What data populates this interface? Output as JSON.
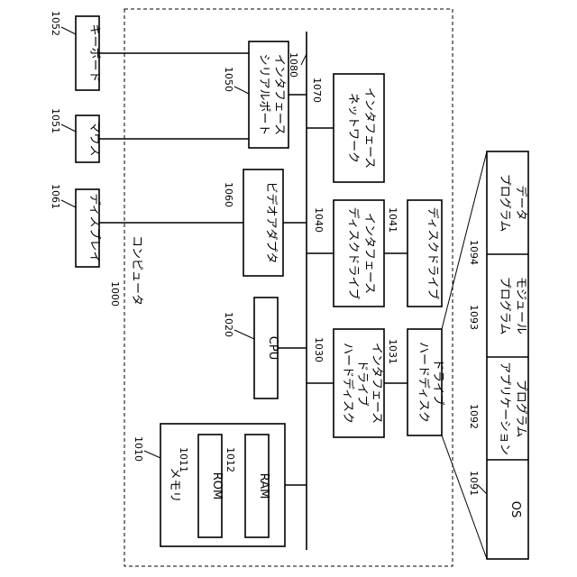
{
  "computer": {
    "ref": "1000",
    "label": "コンピュータ"
  },
  "memory": {
    "ref": "1010",
    "label": "メモリ"
  },
  "rom": {
    "ref": "1011",
    "label": "ROM"
  },
  "ram": {
    "ref": "1012",
    "label": "RAM"
  },
  "cpu": {
    "ref": "1020",
    "label": "CPU"
  },
  "hdd_interface": {
    "ref": "1030",
    "label_lines": [
      "ハードディスク",
      "ドライブ",
      "インタフェース"
    ]
  },
  "hdd": {
    "ref": "1031",
    "label_lines": [
      "ハードディスク",
      "ドライブ"
    ]
  },
  "disk_interface": {
    "ref": "1040",
    "label_lines": [
      "ディスクドライブ",
      "インタフェース"
    ]
  },
  "disk_drive": {
    "ref": "1041",
    "label": "ディスクドライブ"
  },
  "serial_port": {
    "ref": "1050",
    "label_lines": [
      "シリアルポート",
      "インタフェース"
    ]
  },
  "mouse": {
    "ref": "1051",
    "label": "マウス"
  },
  "keyboard": {
    "ref": "1052",
    "label": "キーボード"
  },
  "video_adapter": {
    "ref": "1060",
    "label": "ビデオアダプタ"
  },
  "display": {
    "ref": "1061",
    "label": "ディスプレイ"
  },
  "network_interface": {
    "ref": "1070",
    "label_lines": [
      "ネットワーク",
      "インタフェース"
    ]
  },
  "bus": {
    "ref": "1080"
  },
  "hdd_contents": {
    "os": {
      "ref": "1091",
      "label": "OS"
    },
    "app_program": {
      "ref": "1092",
      "label_lines": [
        "アプリケーション",
        "プログラム"
      ]
    },
    "program_module": {
      "ref": "1093",
      "label_lines": [
        "プログラム",
        "モジュール"
      ]
    },
    "program_data": {
      "ref": "1094",
      "label_lines": [
        "プログラム",
        "データ"
      ]
    }
  }
}
